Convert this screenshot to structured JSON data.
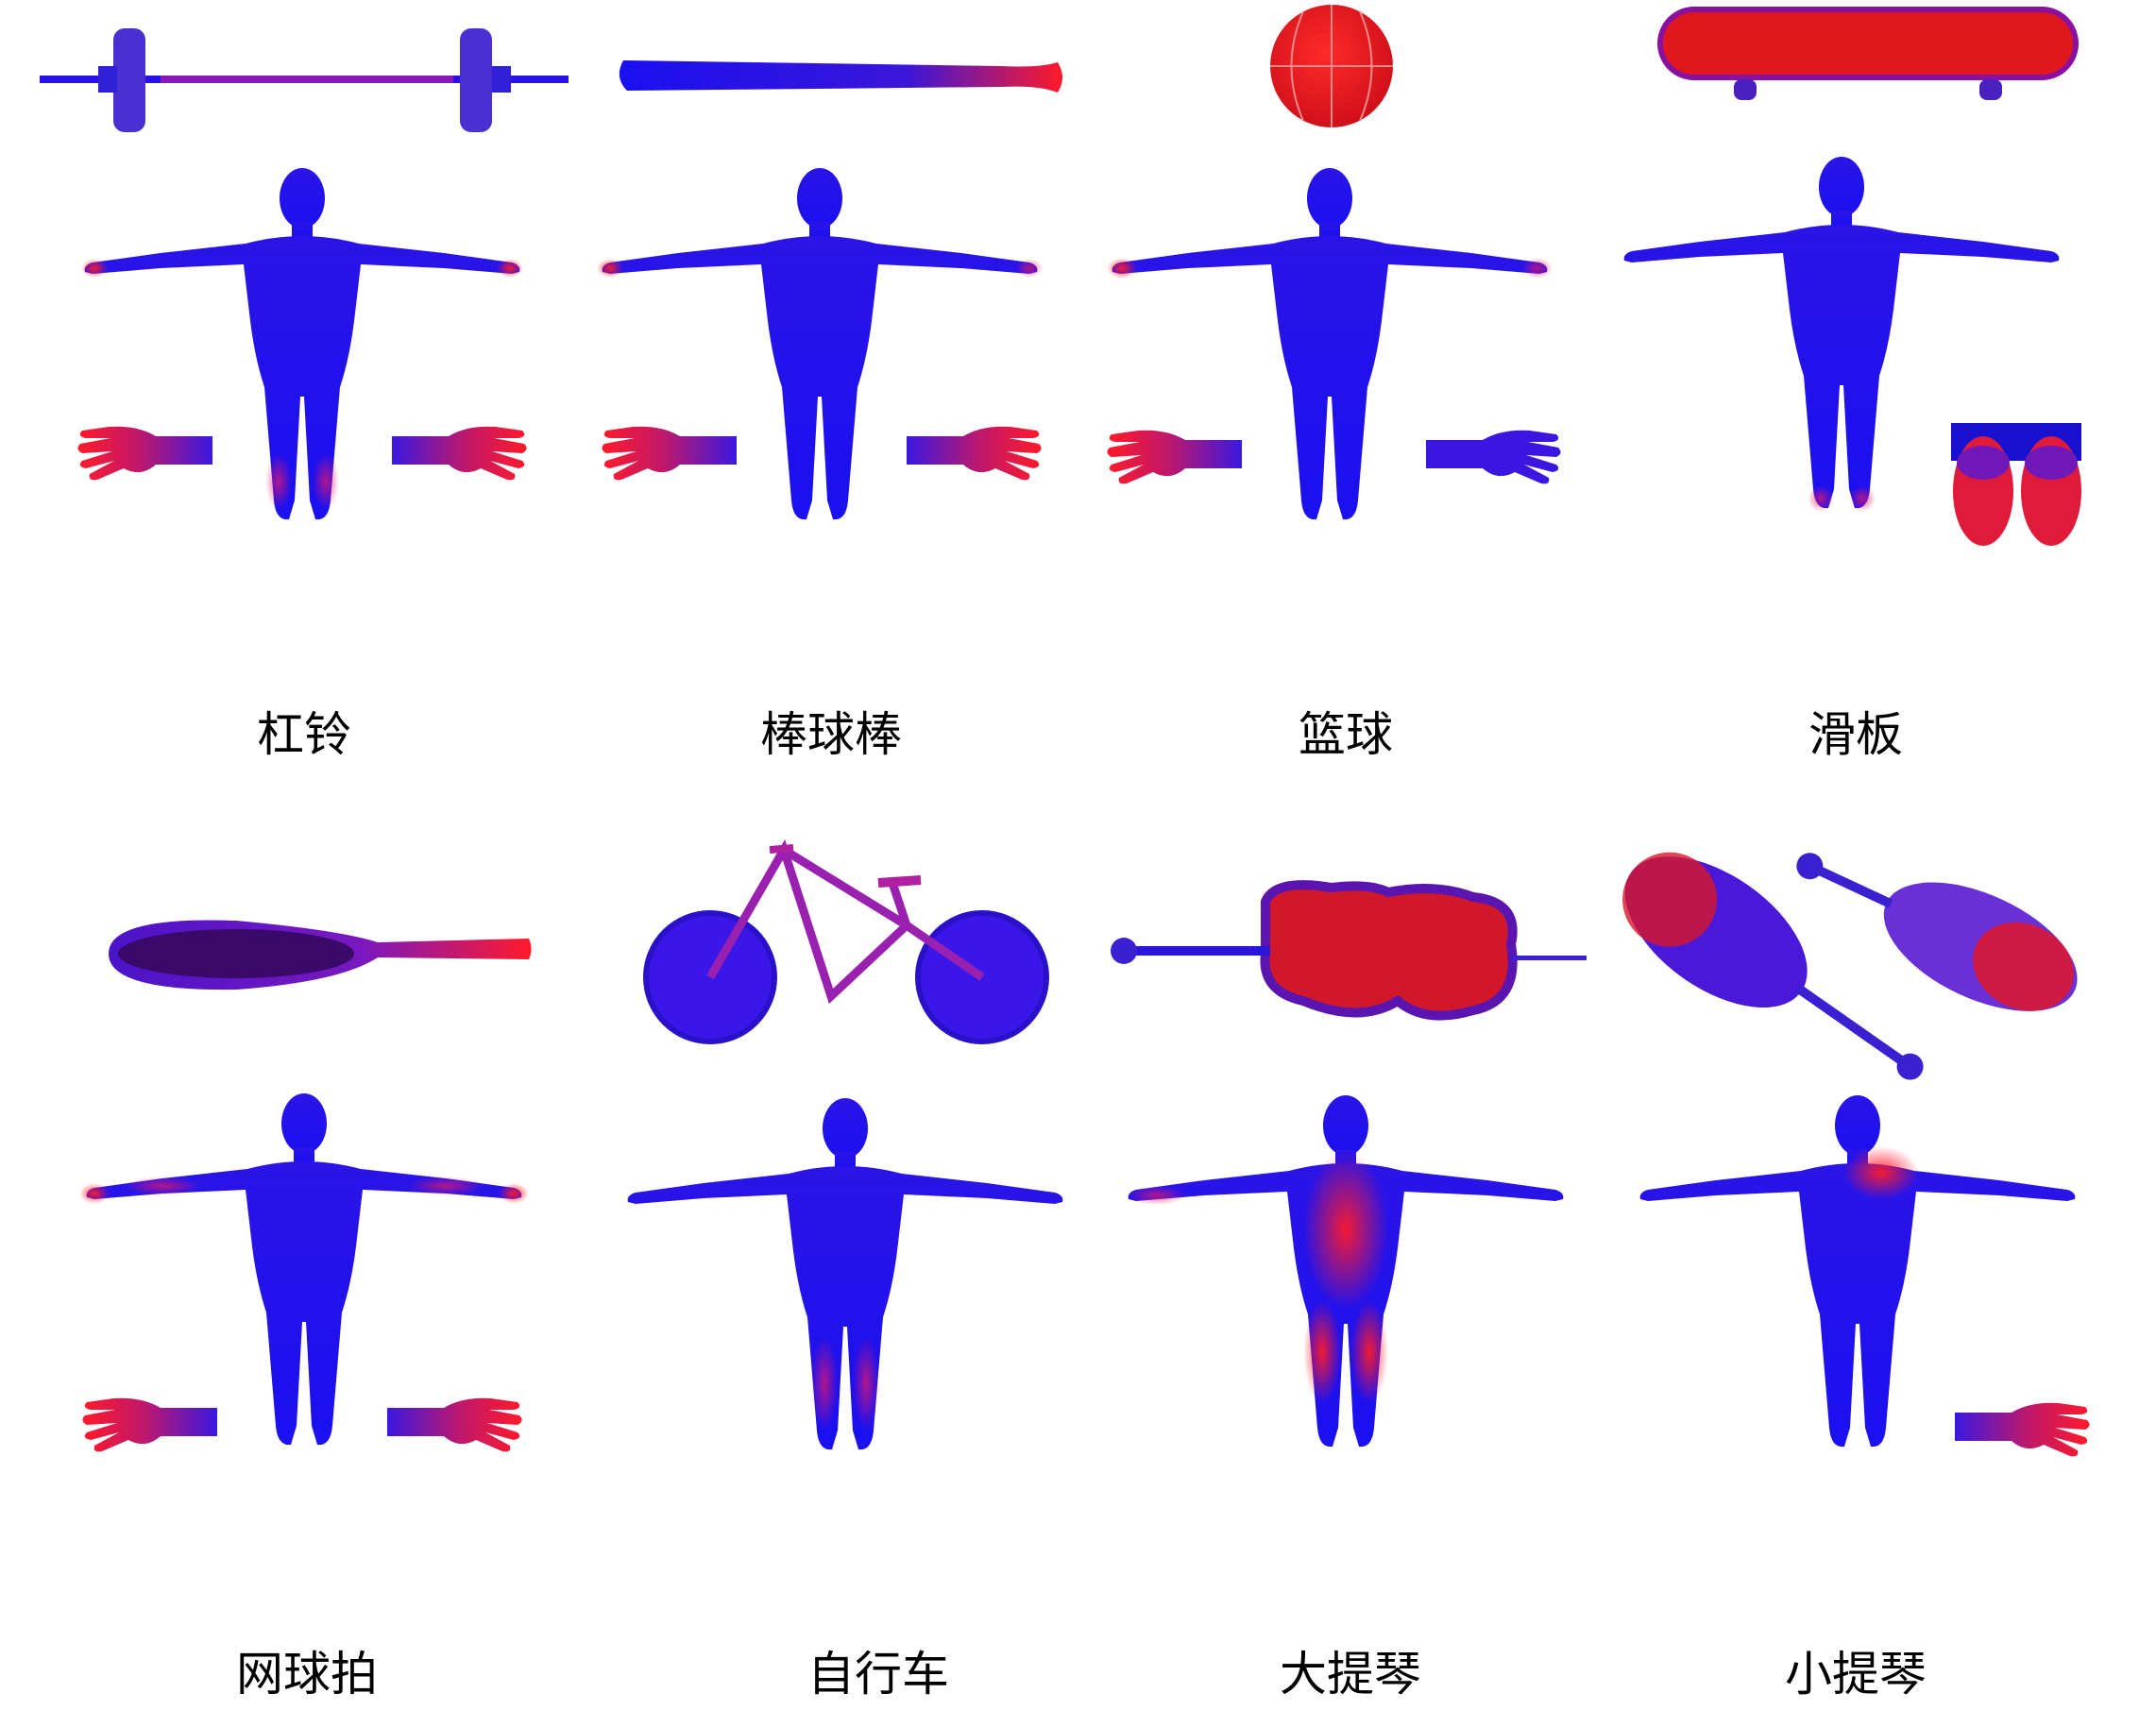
{
  "colors": {
    "low": "#1a10f0",
    "high": "#ff1a2a",
    "mid": "#7a1ad8",
    "background": "#ffffff",
    "caption": "#000000"
  },
  "panels": [
    {
      "label": "杠铃",
      "object": "barbell-icon",
      "hands": "both",
      "feet": false,
      "hot": [
        "shins"
      ]
    },
    {
      "label": "棒球棒",
      "object": "baseball-bat-icon",
      "hands": "both",
      "feet": false,
      "hot": [
        "wrists"
      ]
    },
    {
      "label": "篮球",
      "object": "basketball-icon",
      "hands": "both",
      "feet": false,
      "hot": [
        "wrists"
      ]
    },
    {
      "label": "滑板",
      "object": "skateboard-icon",
      "hands": "none",
      "feet": true,
      "hot": [
        "feet"
      ]
    },
    {
      "label": "网球拍",
      "object": "tennis-racket-icon",
      "hands": "both",
      "feet": false,
      "hot": [
        "wrists"
      ]
    },
    {
      "label": "自行车",
      "object": "bicycle-icon",
      "hands": "none",
      "feet": false,
      "hot": [
        "shins"
      ]
    },
    {
      "label": "大提琴",
      "object": "cello-icon",
      "hands": "none",
      "feet": false,
      "hot": [
        "torso",
        "thighs"
      ]
    },
    {
      "label": "小提琴",
      "object": "violin-icon",
      "hands": "right",
      "feet": false,
      "hot": [
        "shoulder"
      ]
    }
  ]
}
